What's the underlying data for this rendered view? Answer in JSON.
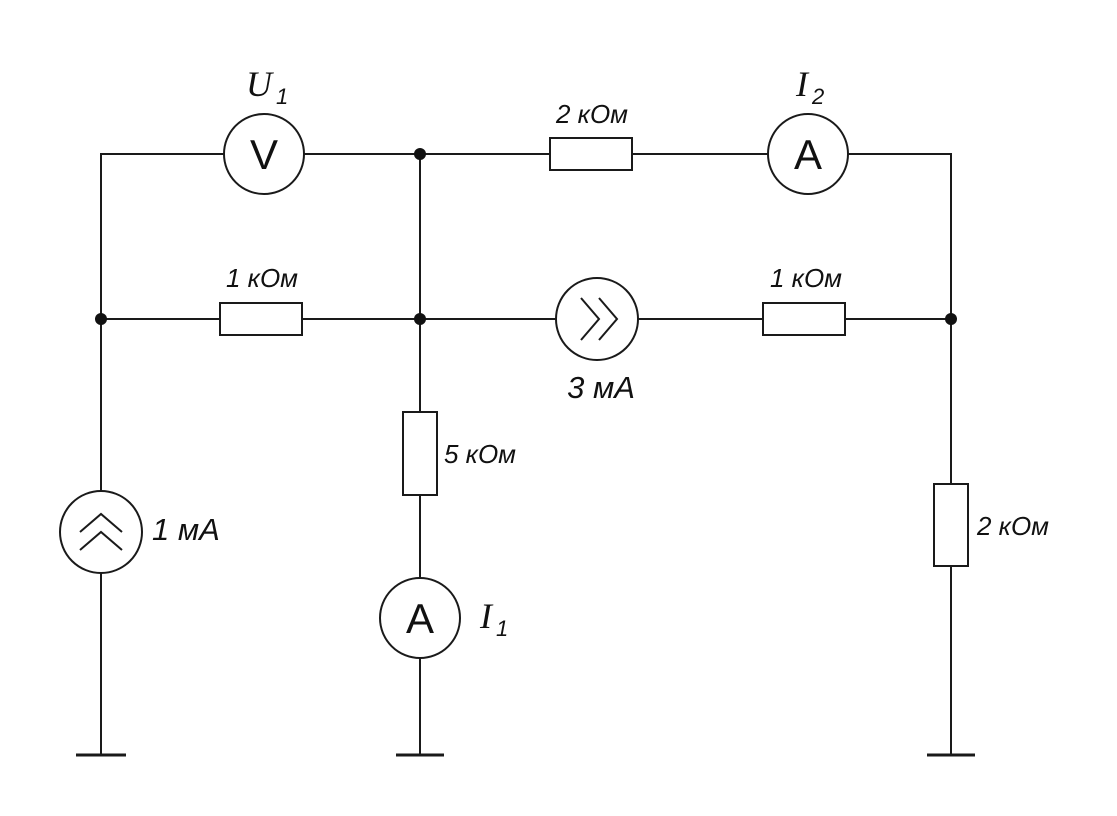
{
  "components": {
    "voltmeter_top": {
      "letter": "V",
      "name": "U",
      "sub": "1"
    },
    "resistor_top": {
      "label": "2 кОм"
    },
    "ammeter_top": {
      "letter": "A",
      "name": "I",
      "sub": "2"
    },
    "resistor_mid_left": {
      "label": "1 кОм"
    },
    "current_source_mid": {
      "label": "3 мА"
    },
    "resistor_mid_right": {
      "label": "1 кОм"
    },
    "resistor_center_vertical": {
      "label": "5 кОм"
    },
    "ammeter_center": {
      "letter": "A",
      "name": "I",
      "sub": "1"
    },
    "current_source_left": {
      "label": "1 мА"
    },
    "resistor_right_vertical": {
      "label": "2 кОм"
    }
  }
}
